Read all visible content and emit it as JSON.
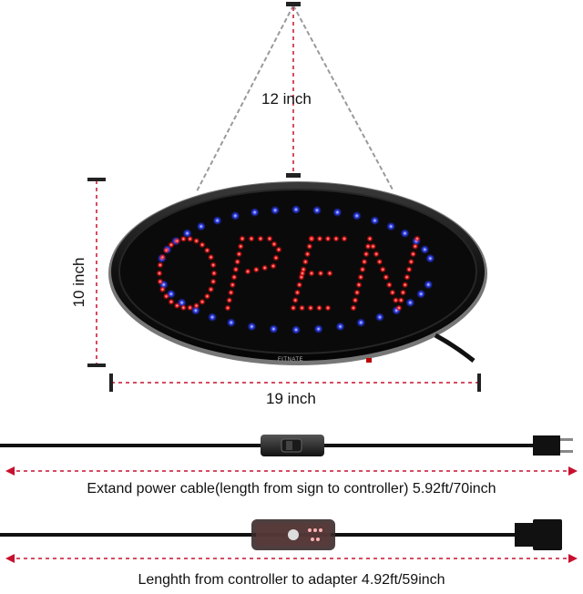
{
  "sign": {
    "word": "OPEN",
    "brand": "FITNATE"
  },
  "dimensions": {
    "chain_width": "12 inch",
    "sign_width": "19 inch",
    "sign_height": "10 inch"
  },
  "cables": {
    "power_cable_caption": "Extand power cable(length from sign to controller) 5.92ft/70inch",
    "adapter_cable_caption": "Lenghth from controller to adapter 4.92ft/59inch"
  },
  "colors": {
    "led_red": "#ff1a1a",
    "led_blue": "#2a3cff",
    "dimension_red": "#c8102e",
    "frame": "#0d0d0d"
  }
}
